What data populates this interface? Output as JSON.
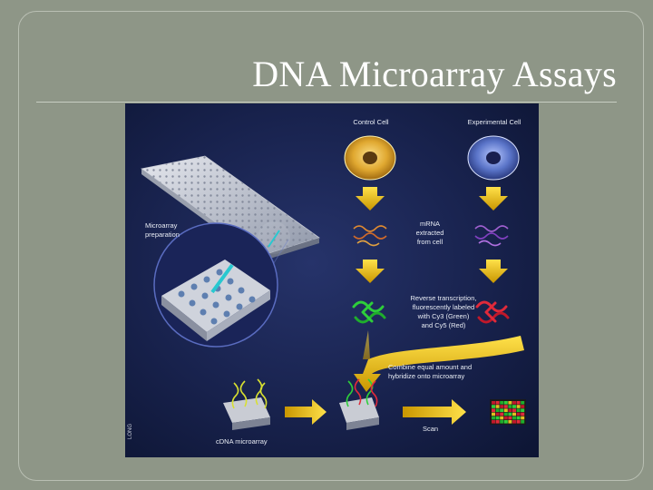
{
  "slide": {
    "title": "DNA Microarray Assays"
  },
  "figure": {
    "labels": {
      "control_cell": "Control Cell",
      "experimental_cell": "Experimental Cell",
      "microarray_preparation": "Microarray\npreparation",
      "mrna": "mRNA\nextracted\nfrom cell",
      "reverse_transcription": "Reverse transcription,\nfluorescently labeled\nwith Cy3 (Green)\nand Cy5 (Red)",
      "combine": "Combine equal amount and\nhybridize onto microarray",
      "cdna_microarray": "cDNA microarray",
      "scan": "Scan",
      "copyright": "LONG"
    },
    "colors": {
      "control_cell": "#e0a830",
      "experimental_cell": "#5a74c8",
      "cy3_green": "#2ecf3a",
      "cy5_red": "#e02a3a",
      "arrow": "#f0c000"
    }
  }
}
